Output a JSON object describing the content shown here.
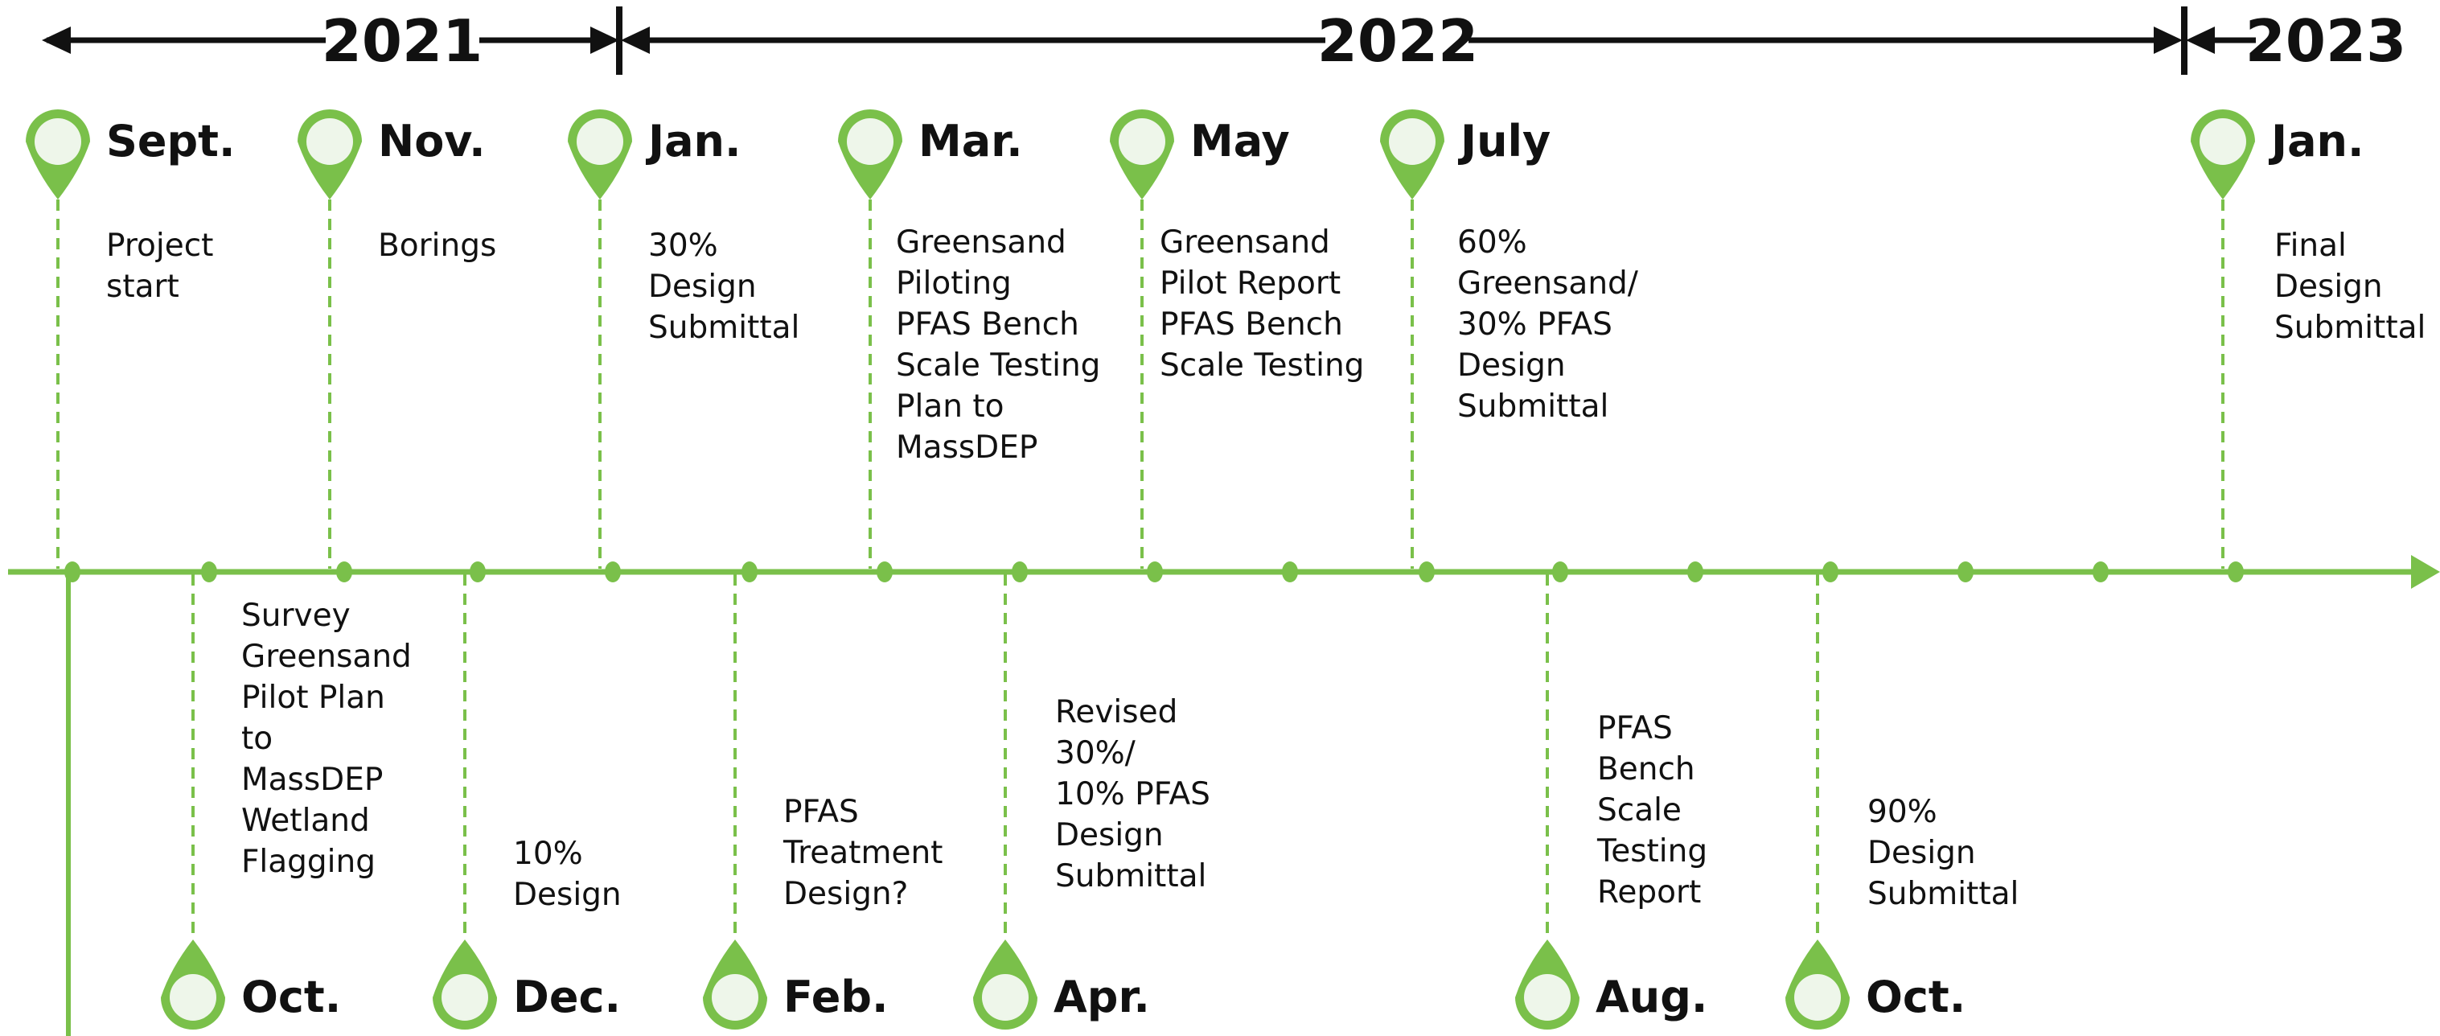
{
  "colors": {
    "accent": "#7ac04a",
    "marker_face": "#eef6ea",
    "text": "#111111"
  },
  "years": [
    {
      "label": "2021"
    },
    {
      "label": "2022"
    },
    {
      "label": "2023"
    }
  ],
  "events_above": [
    {
      "month": "Sept.",
      "lines": [
        "Project",
        "start"
      ]
    },
    {
      "month": "Nov.",
      "lines": [
        "Borings"
      ]
    },
    {
      "month": "Jan.",
      "lines": [
        "30%",
        "Design",
        "Submittal"
      ]
    },
    {
      "month": "Mar.",
      "lines": [
        "Greensand",
        "Piloting",
        "",
        "PFAS Bench",
        "Scale Testing",
        "Plan to",
        "MassDEP"
      ]
    },
    {
      "month": "May",
      "lines": [
        "Greensand",
        "Pilot Report",
        "",
        "PFAS Bench",
        "Scale Testing"
      ]
    },
    {
      "month": "July",
      "lines": [
        "60%",
        "Greensand/",
        "30% PFAS",
        "Design",
        "Submittal"
      ]
    },
    {
      "month": "Jan.",
      "lines": [
        "Final",
        "Design",
        "Submittal"
      ]
    }
  ],
  "events_below": [
    {
      "month": "Oct.",
      "lines": [
        "Survey",
        "",
        "Greensand",
        "Pilot Plan",
        "to",
        "MassDEP",
        "",
        "Wetland",
        "Flagging"
      ]
    },
    {
      "month": "Dec.",
      "lines": [
        "10%",
        "Design"
      ]
    },
    {
      "month": "Feb.",
      "lines": [
        "PFAS",
        "Treatment",
        "Design?"
      ]
    },
    {
      "month": "Apr.",
      "lines": [
        "Revised",
        "30%/",
        "",
        "10% PFAS",
        "Design",
        "Submittal"
      ]
    },
    {
      "month": "Aug.",
      "lines": [
        "PFAS",
        "Bench",
        "Scale",
        "Testing",
        "Report"
      ]
    },
    {
      "month": "Oct.",
      "lines": [
        "90%",
        "Design",
        "Submittal"
      ]
    }
  ]
}
